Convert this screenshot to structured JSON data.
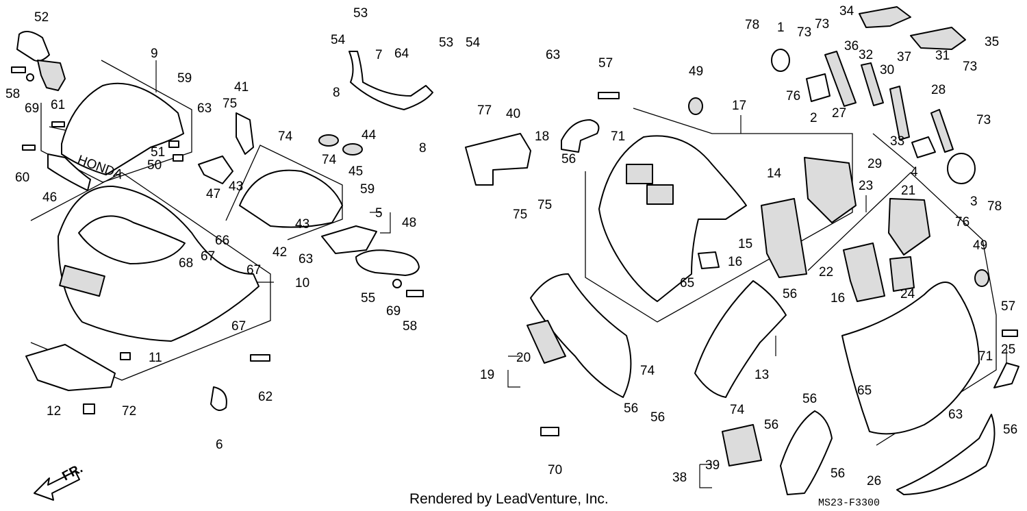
{
  "diagram": {
    "footer_credit": "Rendered by LeadVenture, Inc.",
    "diagram_code": "MS23-F3300",
    "direction_label": "FR.",
    "windscreen_logo": "HONDA",
    "part_numbers": [
      "1",
      "2",
      "3",
      "4",
      "5",
      "6",
      "7",
      "8",
      "9",
      "10",
      "11",
      "12",
      "13",
      "14",
      "15",
      "16",
      "17",
      "18",
      "19",
      "20",
      "21",
      "22",
      "23",
      "24",
      "25",
      "26",
      "27",
      "28",
      "29",
      "30",
      "31",
      "32",
      "33",
      "34",
      "35",
      "36",
      "37",
      "38",
      "39",
      "40",
      "41",
      "42",
      "43",
      "44",
      "45",
      "46",
      "47",
      "48",
      "49",
      "50",
      "51",
      "52",
      "53",
      "54",
      "55",
      "56",
      "57",
      "58",
      "59",
      "60",
      "61",
      "62",
      "63",
      "64",
      "65",
      "66",
      "67",
      "68",
      "69",
      "70",
      "71",
      "72",
      "73",
      "74",
      "75",
      "76",
      "77",
      "78"
    ]
  }
}
